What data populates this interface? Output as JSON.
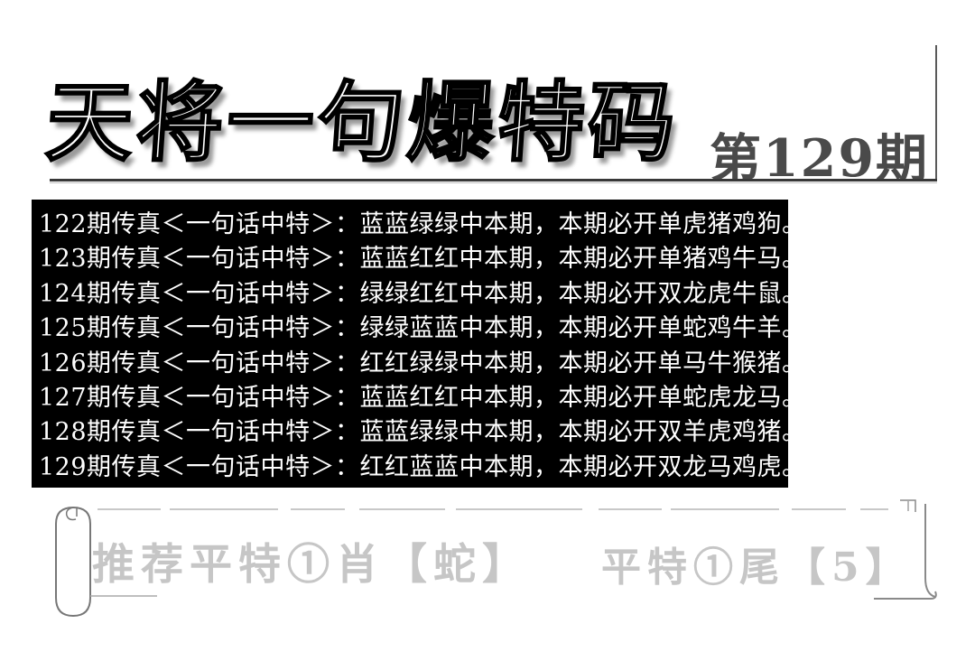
{
  "header": {
    "title": "天将一句爆特码",
    "issue": "第129期"
  },
  "board": {
    "background": "#000000",
    "text_color": "#ffffff",
    "lines": [
      "122期传真＜一句话中特＞：蓝蓝绿绿中本期，本期必开单虎猪鸡狗。",
      "123期传真＜一句话中特＞：蓝蓝红红中本期，本期必开单猪鸡牛马。",
      "124期传真＜一句话中特＞：绿绿红红中本期，本期必开双龙虎牛鼠。",
      "125期传真＜一句话中特＞：绿绿蓝蓝中本期，本期必开单蛇鸡牛羊。",
      "126期传真＜一句话中特＞：红红绿绿中本期，本期必开单马牛猴猪。",
      "127期传真＜一句话中特＞：蓝蓝红红中本期，本期必开单蛇虎龙马。",
      "128期传真＜一句话中特＞：蓝蓝绿绿中本期，本期必开双羊虎鸡猪。",
      "129期传真＜一句话中特＞：红红蓝蓝中本期，本期必开双龙马鸡虎。"
    ]
  },
  "scroll": {
    "left_text": "推荐平特①肖【蛇】",
    "right_text": "平特①尾【5】",
    "text_color": "#c6c6c6"
  },
  "colors": {
    "issue_text": "#4a4a4a",
    "rule_line": "#383838",
    "title_fill": "#ffffff",
    "title_outline": "#000000"
  }
}
